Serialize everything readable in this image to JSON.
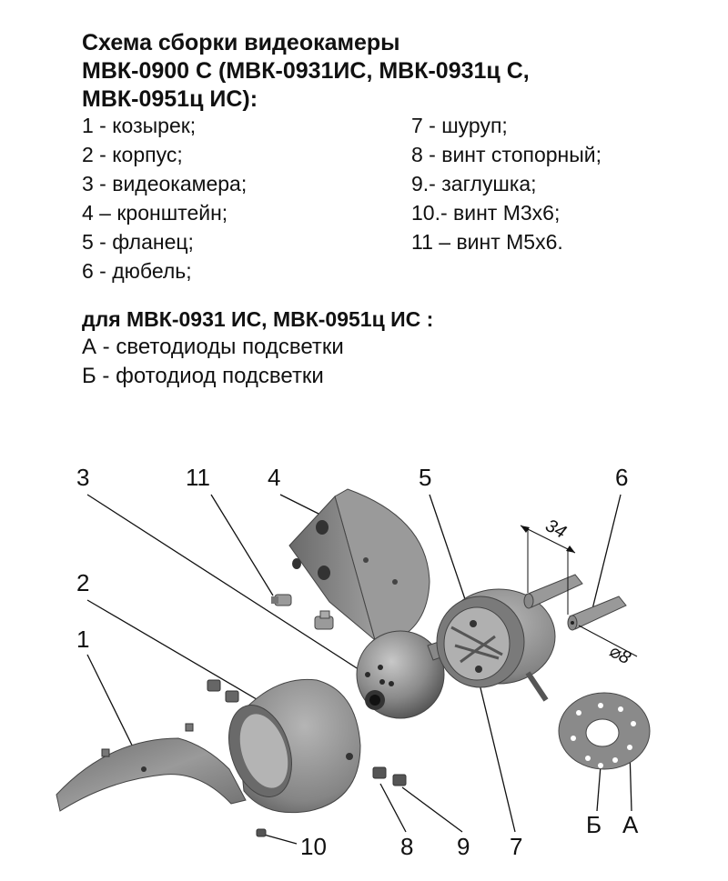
{
  "title": {
    "line1": "Схема сборки видеокамеры",
    "line2": "МВК-0900 С (МВК-0931ИС, МВК-0931ц С,",
    "line3": "МВК-0951ц ИС):"
  },
  "legend_left": [
    "1 - козырек;",
    "2 - корпус;",
    "3 - видеокамера;",
    "4 – кронштейн;",
    "5 - фланец;",
    "6 - дюбель;"
  ],
  "legend_right": [
    "7 - шуруп;",
    "8 - винт стопорный;",
    "9.- заглушка;",
    "10.- винт М3х6;",
    "11 – винт М5х6."
  ],
  "subtitle": "для МВК-0931 ИС, МВК-0951ц ИС :",
  "sublist": [
    "А - светодиоды подсветки",
    "Б - фотодиод подсветки"
  ],
  "diagram": {
    "callouts": {
      "c1": "1",
      "c2": "2",
      "c3": "3",
      "c4": "4",
      "c5": "5",
      "c6": "6",
      "c7": "7",
      "c8": "8",
      "c9": "9",
      "c10": "10",
      "c11": "11",
      "cB": "Б",
      "cA": "А"
    },
    "dimension_34": "34",
    "dimension_d8": "⌀8",
    "colors": {
      "part": "#8c8c8c",
      "part_dark": "#5a5a5a",
      "part_light": "#b8b8b8",
      "line": "#111111"
    }
  }
}
